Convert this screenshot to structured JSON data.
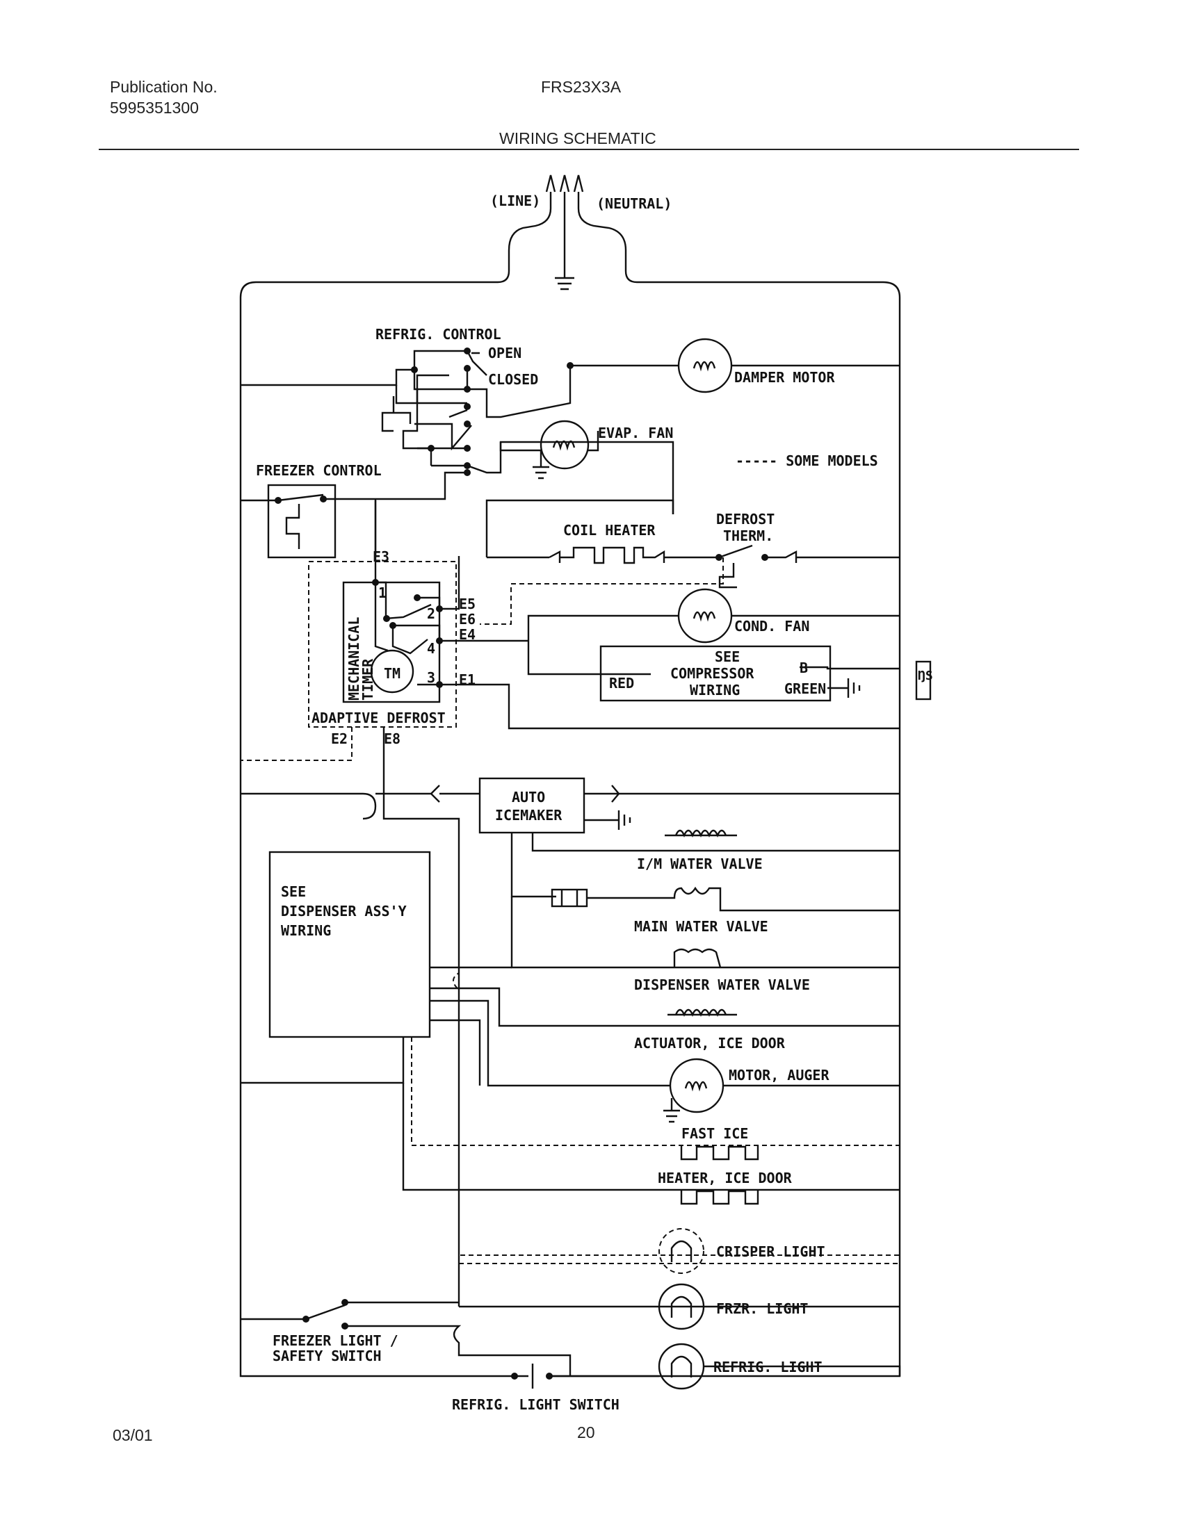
{
  "header": {
    "publication_label": "Publication No.",
    "publication_number": "5995351300",
    "model": "FRS23X3A",
    "title": "WIRING SCHEMATIC"
  },
  "footer": {
    "date": "03/01",
    "page": "20"
  },
  "labels": {
    "line": "(LINE)",
    "neutral": "(NEUTRAL)",
    "refrig_control": "REFRIG. CONTROL",
    "open": "OPEN",
    "closed": "CLOSED",
    "damper_motor": "DAMPER MOTOR",
    "evap_fan": "EVAP. FAN",
    "some_models": "----- SOME MODELS",
    "freezer_control": "FREEZER CONTROL",
    "coil_heater": "COIL HEATER",
    "defrost_therm_1": "DEFROST",
    "defrost_therm_2": "THERM.",
    "e3": "E3",
    "e5": "E5",
    "e6": "E6",
    "e4": "E4",
    "e1": "E1",
    "e2": "E2",
    "e8": "E8",
    "t1": "1",
    "t2": "2",
    "t3": "3",
    "t4": "4",
    "mechanical": "MECHANICAL",
    "timer": "TIMER",
    "tm": "TM",
    "adaptive_defrost": "ADAPTIVE DEFROST",
    "cond_fan": "COND. FAN",
    "see_compressor_1": "SEE",
    "see_compressor_2": "COMPRESSOR",
    "see_compressor_3": "WIRING",
    "red": "RED",
    "b": "B",
    "green": "GREEN",
    "side_mark": "ŊS",
    "auto_icemaker_1": "AUTO",
    "auto_icemaker_2": "ICEMAKER",
    "dispenser_1": "SEE",
    "dispenser_2": "DISPENSER ASS'Y",
    "dispenser_3": "WIRING",
    "im_water_valve": "I/M WATER VALVE",
    "main_water_valve": "MAIN WATER VALVE",
    "dispenser_water_valve": "DISPENSER WATER VALVE",
    "actuator_ice_door": "ACTUATOR, ICE DOOR",
    "motor_auger": "MOTOR, AUGER",
    "fast_ice": "FAST ICE",
    "heater_ice_door": "HEATER, ICE DOOR",
    "crisper_light": "CRISPER LIGHT",
    "frzr_light": "FRZR. LIGHT",
    "refrig_light": "REFRIG. LIGHT",
    "freezer_light_switch_1": "FREEZER LIGHT /",
    "freezer_light_switch_2": "SAFETY SWITCH",
    "refrig_light_switch": "REFRIG. LIGHT SWITCH"
  },
  "icons": {
    "motor": "coil-circle-icon",
    "light": "lamp-icon",
    "ground": "ground-icon",
    "heater": "heater-icon",
    "connector": "plug-connector-icon"
  }
}
